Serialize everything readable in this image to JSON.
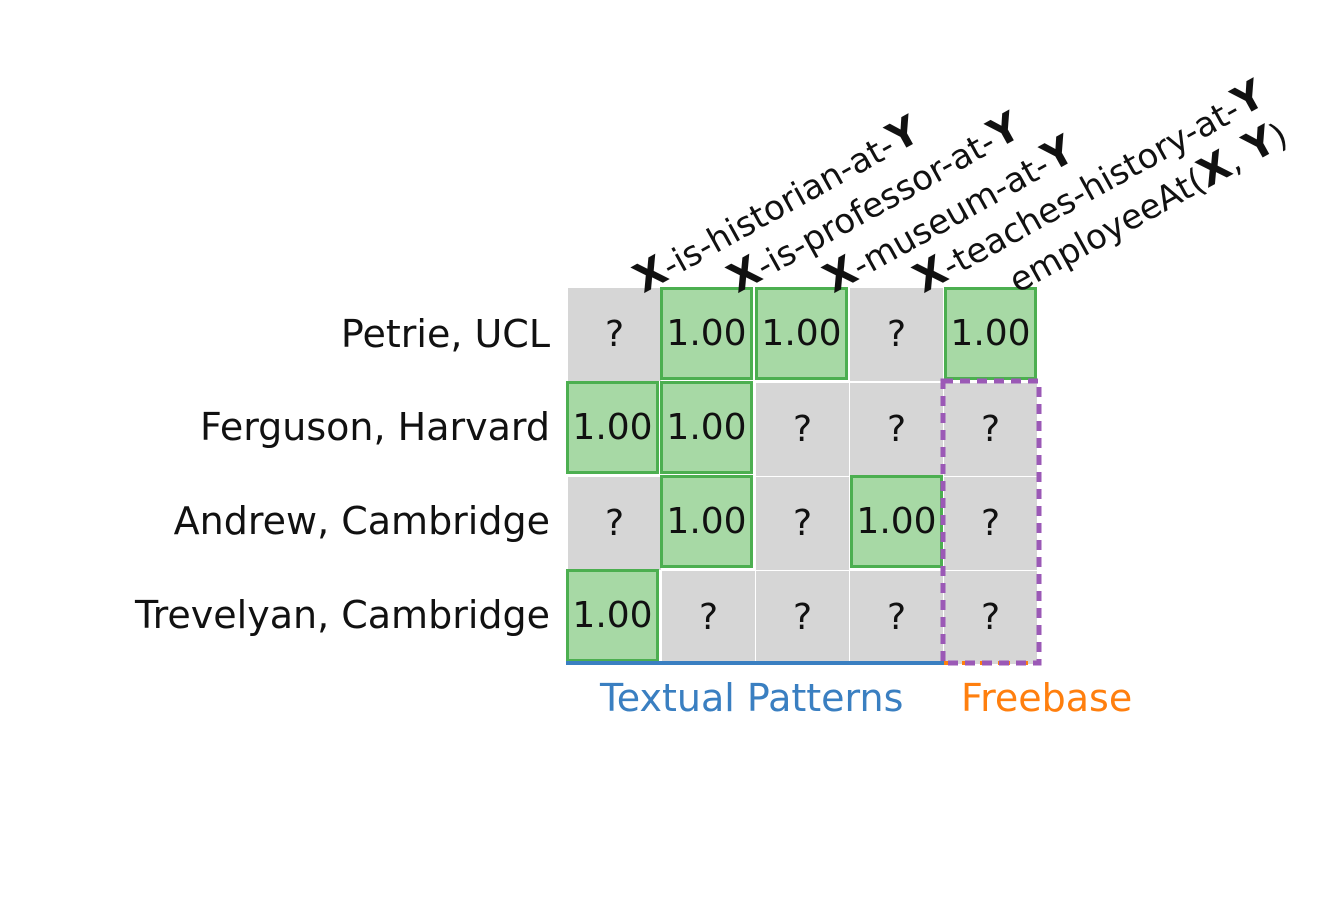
{
  "diagram": {
    "rows": [
      {
        "label": "Petrie, UCL",
        "cells": [
          "?",
          "1.00",
          "1.00",
          "?",
          "1.00"
        ]
      },
      {
        "label": "Ferguson, Harvard",
        "cells": [
          "1.00",
          "1.00",
          "?",
          "?",
          "?"
        ]
      },
      {
        "label": "Andrew, Cambridge",
        "cells": [
          "?",
          "1.00",
          "?",
          "1.00",
          "?"
        ]
      },
      {
        "label": "Trevelyan, Cambridge",
        "cells": [
          "1.00",
          "?",
          "?",
          "?",
          "?"
        ]
      }
    ],
    "columns": [
      {
        "pre": "X",
        "mid": "-is-historian-at-",
        "post": "Y",
        "tail": ""
      },
      {
        "pre": "X",
        "mid": "-is-professor-at-",
        "post": "Y",
        "tail": ""
      },
      {
        "pre": "X",
        "mid": "-museum-at-",
        "post": "Y",
        "tail": ""
      },
      {
        "pre": "X",
        "mid": "-teaches-history-at-",
        "post": "Y",
        "tail": ""
      },
      {
        "pre": "employeeAt(",
        "mid": "X",
        "post": ", ",
        "tail": "Y",
        "close": ")"
      }
    ],
    "groups": {
      "textual": {
        "label": "Textual Patterns",
        "color": "#3a7fc1"
      },
      "freebase": {
        "label": "Freebase",
        "color": "#ff7f0e"
      }
    },
    "colors": {
      "unknown_cell": "#d6d6d6",
      "observed_cell": "#a7d9a5",
      "observed_border": "#4caf50",
      "query_border": "#9b59b6"
    }
  }
}
